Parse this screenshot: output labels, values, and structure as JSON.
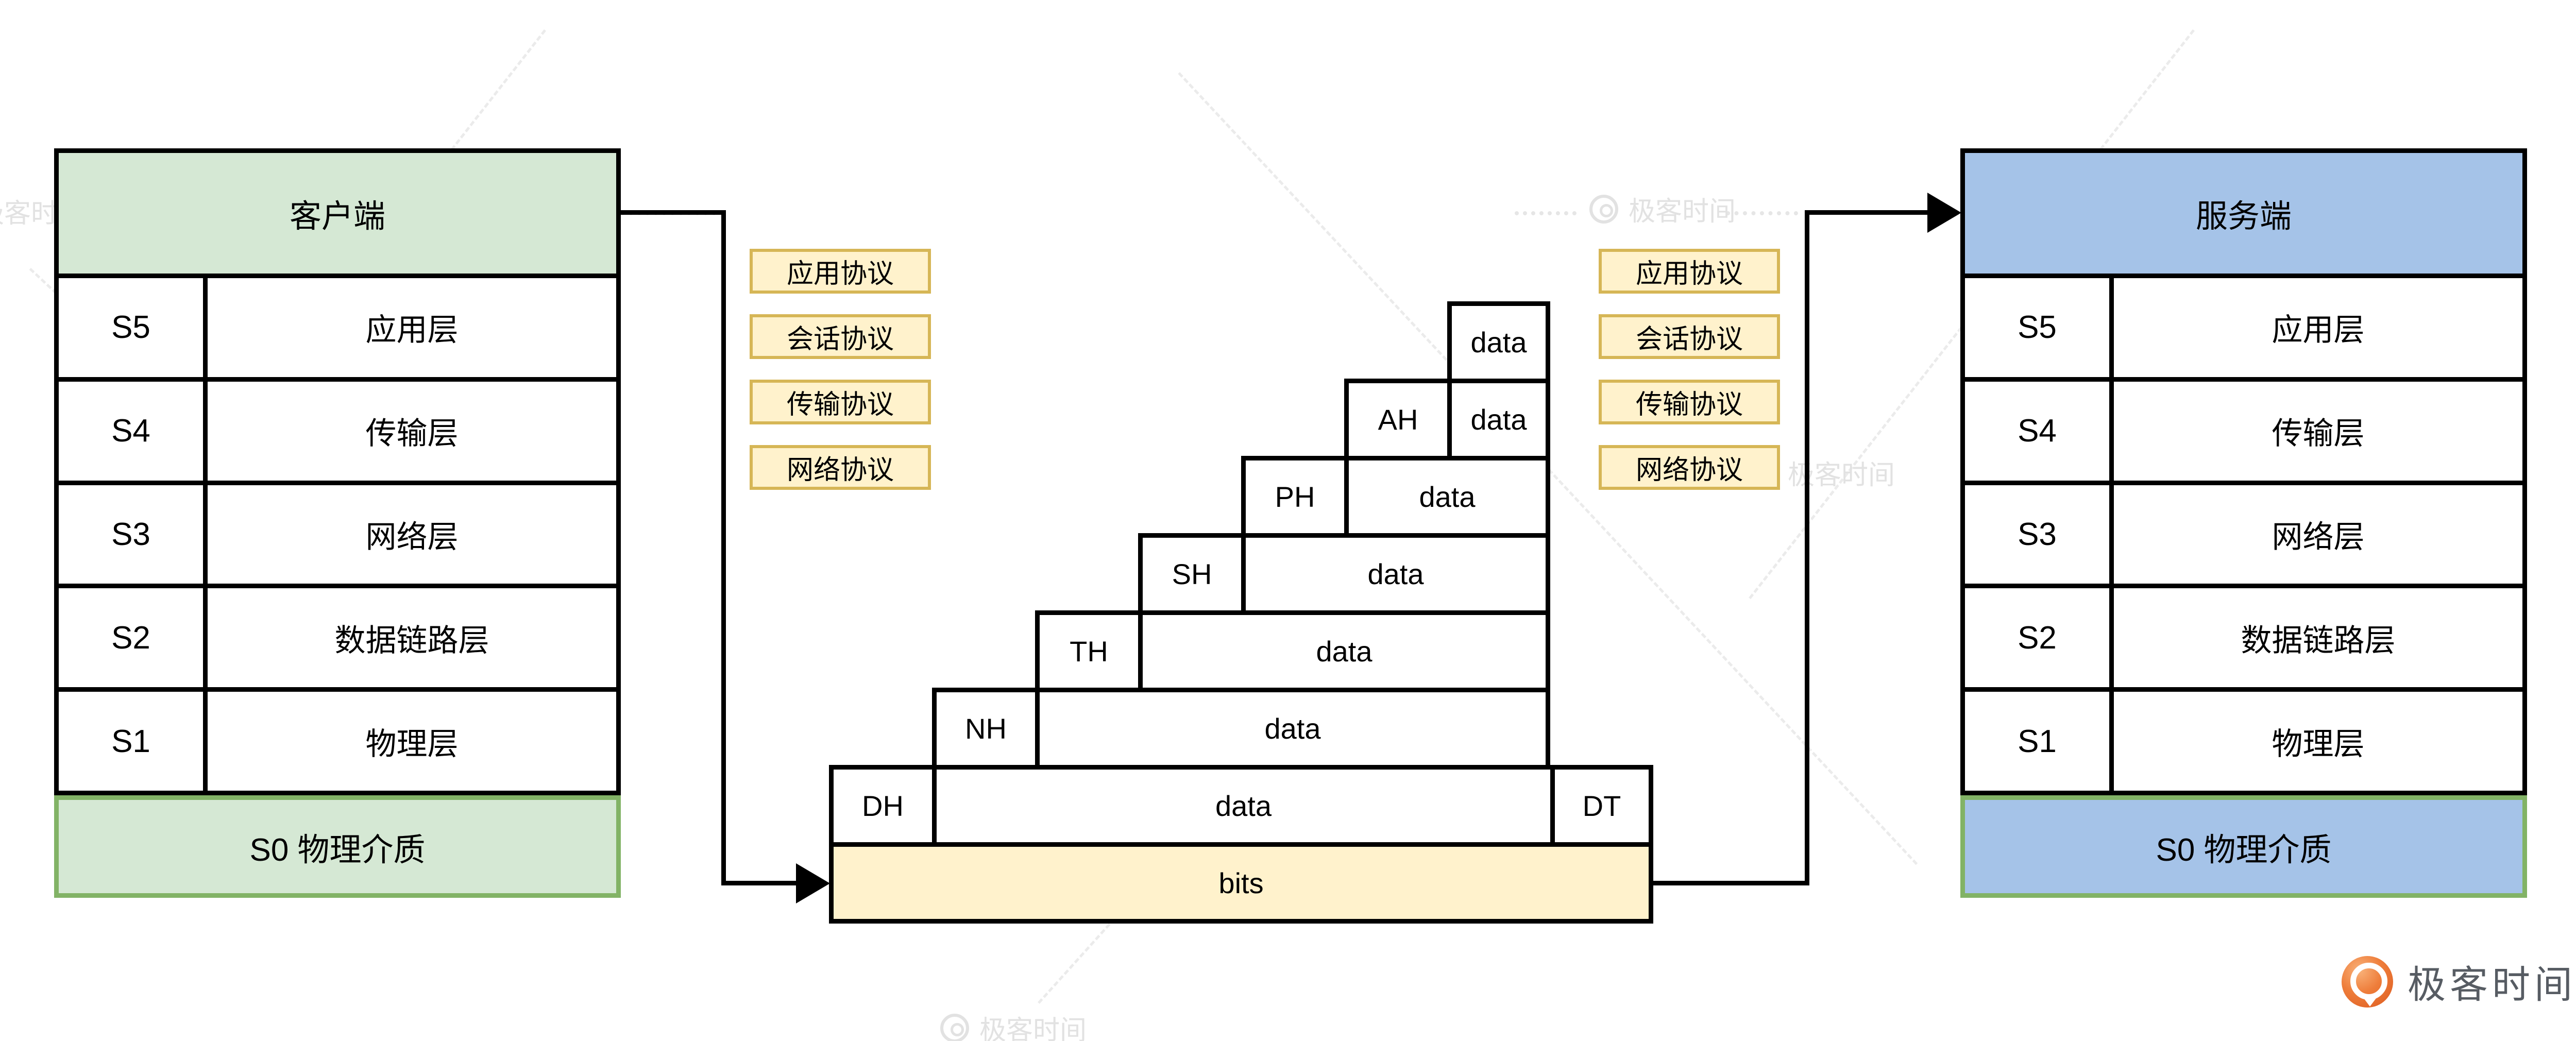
{
  "watermark": {
    "text": "极客时间"
  },
  "brand": {
    "logo_text": "极客时间"
  },
  "colors": {
    "client_fill": "#d5e8d4",
    "server_fill": "#a5c3e8",
    "s0_border": "#82b366",
    "highlight_fill": "#fff2cc",
    "highlight_border": "#d6b656",
    "line": "#000000",
    "brand_orange": "#ee7d3a",
    "brand_text_gray": "#575c63"
  },
  "client_table": {
    "title": "客户端",
    "rows": [
      {
        "code": "S5",
        "label": "应用层"
      },
      {
        "code": "S4",
        "label": "传输层"
      },
      {
        "code": "S3",
        "label": "网络层"
      },
      {
        "code": "S2",
        "label": "数据链路层"
      },
      {
        "code": "S1",
        "label": "物理层"
      }
    ],
    "footer": "S0 物理介质"
  },
  "server_table": {
    "title": "服务端",
    "rows": [
      {
        "code": "S5",
        "label": "应用层"
      },
      {
        "code": "S4",
        "label": "传输层"
      },
      {
        "code": "S3",
        "label": "网络层"
      },
      {
        "code": "S2",
        "label": "数据链路层"
      },
      {
        "code": "S1",
        "label": "物理层"
      }
    ],
    "footer": "S0 物理介质"
  },
  "protocols": {
    "left": [
      "应用协议",
      "会话协议",
      "传输协议",
      "网络协议"
    ],
    "right": [
      "应用协议",
      "会话协议",
      "传输协议",
      "网络协议"
    ]
  },
  "encapsulation": {
    "rows": [
      {
        "data": "data"
      },
      {
        "header": "AH",
        "data": "data"
      },
      {
        "header": "PH",
        "data": "data"
      },
      {
        "header": "SH",
        "data": "data"
      },
      {
        "header": "TH",
        "data": "data"
      },
      {
        "header": "NH",
        "data": "data"
      },
      {
        "header": "DH",
        "data": "data",
        "trailer": "DT"
      }
    ],
    "bits_label": "bits"
  }
}
